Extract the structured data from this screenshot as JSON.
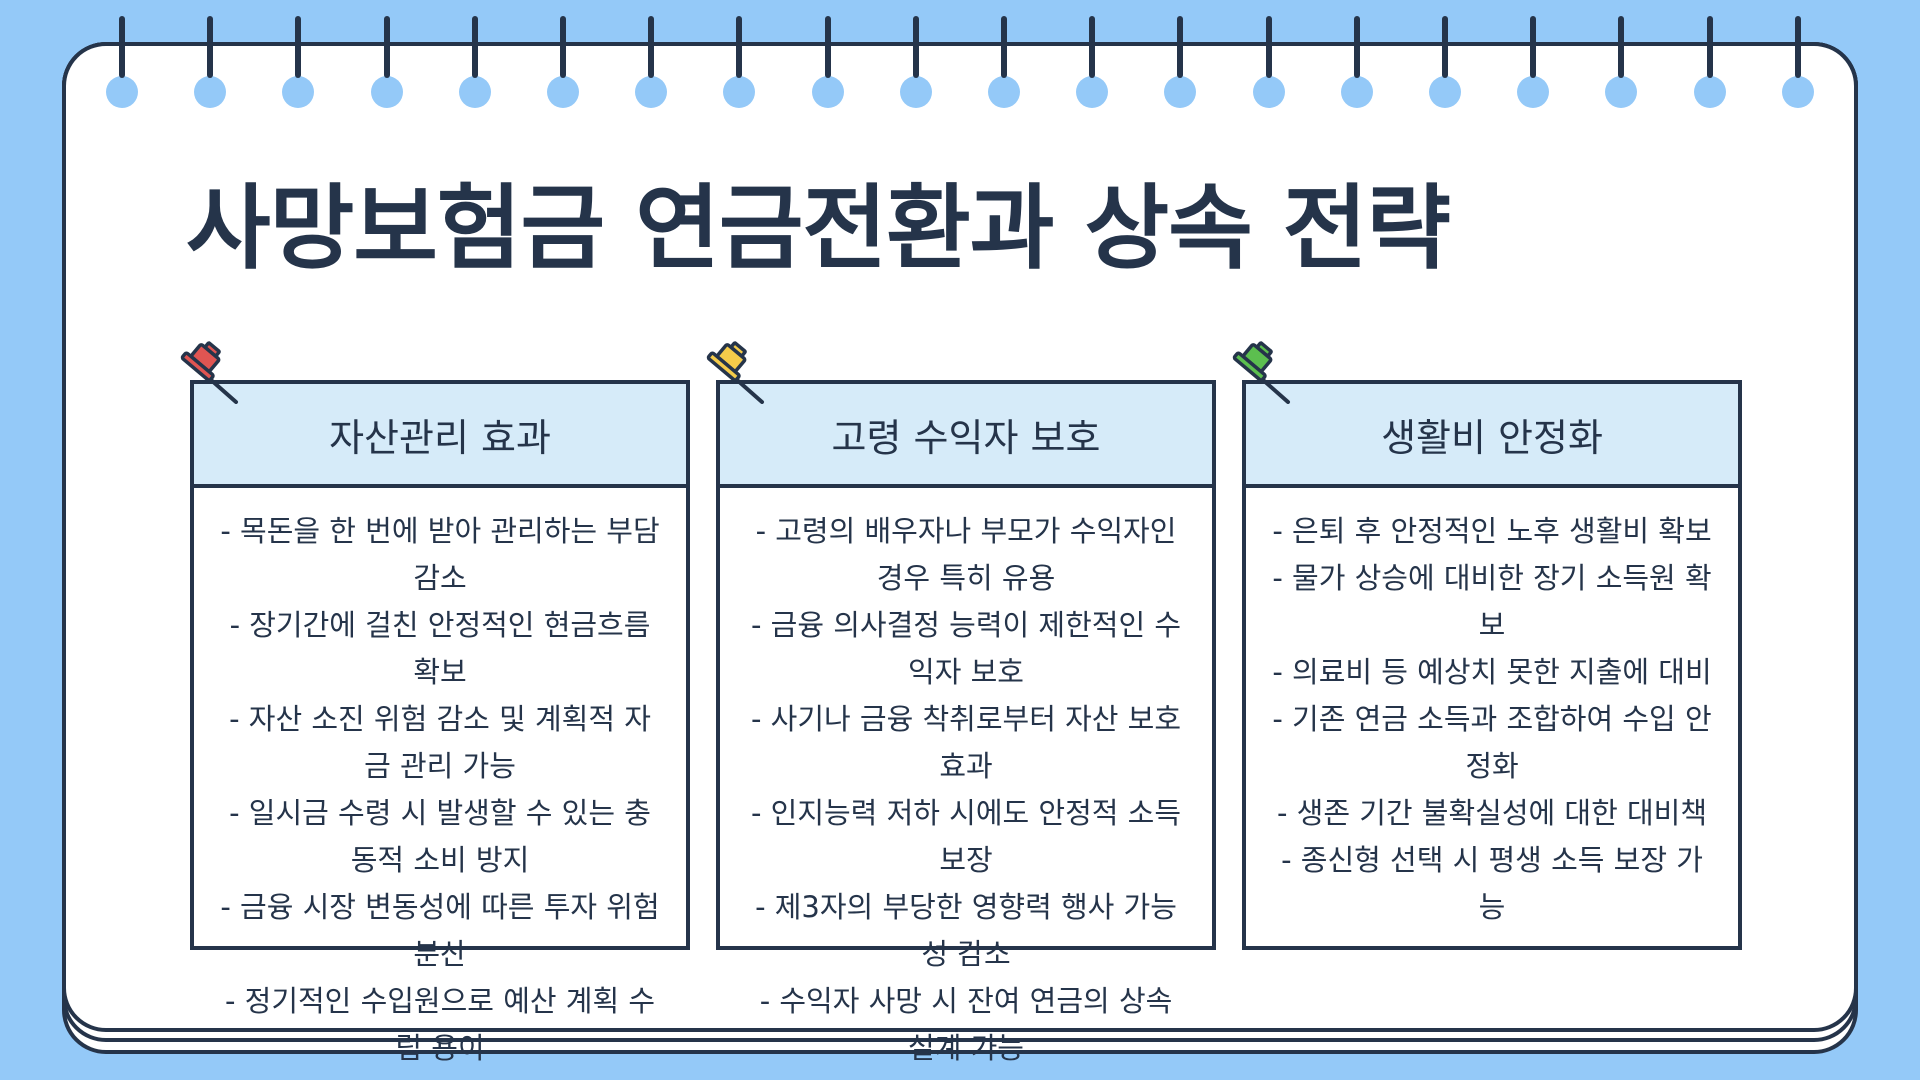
{
  "title": "사망보험금 연금전환과 상속 전략",
  "cards": [
    {
      "title": "자산관리 효과",
      "pin_color": "#e05552",
      "items": [
        "- 목돈을 한 번에 받아 관리하는 부담 감소",
        "- 장기간에 걸친 안정적인 현금흐름 확보",
        "- 자산 소진 위험 감소 및 계획적 자금 관리 가능",
        "- 일시금 수령 시 발생할 수 있는 충동적 소비 방지",
        "- 금융 시장 변동성에 따른 투자 위험 분산",
        "- 정기적인 수입원으로 예산 계획 수립 용이"
      ]
    },
    {
      "title": "고령 수익자 보호",
      "pin_color": "#f4cb4a",
      "items": [
        "- 고령의 배우자나 부모가 수익자인 경우 특히 유용",
        "- 금융 의사결정 능력이 제한적인 수익자 보호",
        "- 사기나 금융 착취로부터 자산 보호 효과",
        "- 인지능력 저하 시에도 안정적 소득 보장",
        "- 제3자의 부당한 영향력 행사 가능성 감소",
        "- 수익자 사망 시 잔여 연금의 상속 설계 가능"
      ]
    },
    {
      "title": "생활비 안정화",
      "pin_color": "#5cbf4f",
      "items": [
        "- 은퇴 후 안정적인 노후 생활비 확보",
        "- 물가 상승에 대비한 장기 소득원 확보",
        "- 의료비 등 예상치 못한 지출에 대비",
        "- 기존 연금 소득과 조합하여 수입 안정화",
        "- 생존 기간 불확실성에 대한 대비책",
        "- 종신형 선택 시 평생 소득 보장 가능"
      ]
    }
  ]
}
